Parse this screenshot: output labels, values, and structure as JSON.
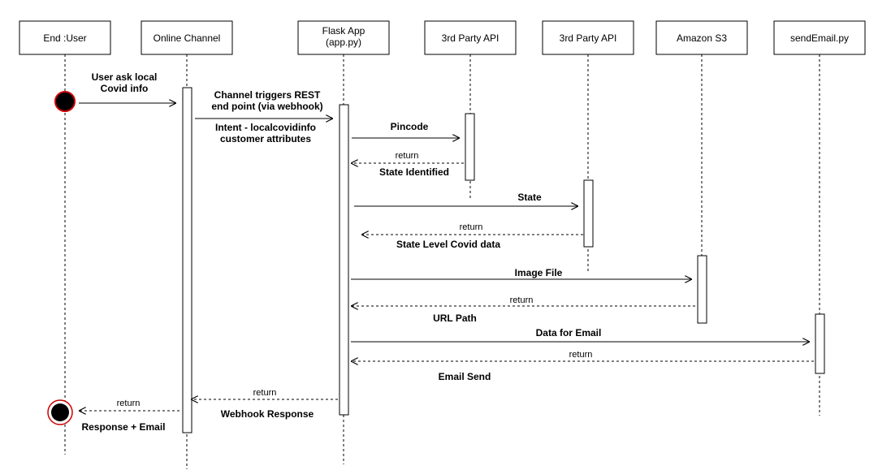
{
  "participants": [
    {
      "id": "user",
      "label": "End :User"
    },
    {
      "id": "channel",
      "label": "Online Channel"
    },
    {
      "id": "flask",
      "label": "Flask App",
      "sublabel": "(app.py)"
    },
    {
      "id": "api1",
      "label": "3rd Party API"
    },
    {
      "id": "api2",
      "label": "3rd Party API"
    },
    {
      "id": "s3",
      "label": "Amazon S3"
    },
    {
      "id": "email",
      "label": "sendEmail.py"
    }
  ],
  "messages": {
    "user_ask": [
      "User ask local",
      "Covid info"
    ],
    "channel_trigger": [
      "Channel triggers REST",
      "end point (via webhook)"
    ],
    "intent": [
      "Intent - localcovidinfo",
      "customer attributes"
    ],
    "pincode": "Pincode",
    "return_api1": "return",
    "state_identified": "State Identified",
    "state": "State",
    "return_api2": "return",
    "state_level": "State Level Covid data",
    "image_file": "Image File",
    "return_s3": "return",
    "url_path": "URL Path",
    "data_for_email": "Data for Email",
    "return_email": "return",
    "email_send": "Email Send",
    "return_flask": "return",
    "webhook_response": "Webhook Response",
    "return_channel": "return",
    "response_email": "Response + Email"
  },
  "colors": {
    "stroke": "#000000",
    "actor_ring": "#cc0000",
    "actor_fill": "#000000"
  }
}
